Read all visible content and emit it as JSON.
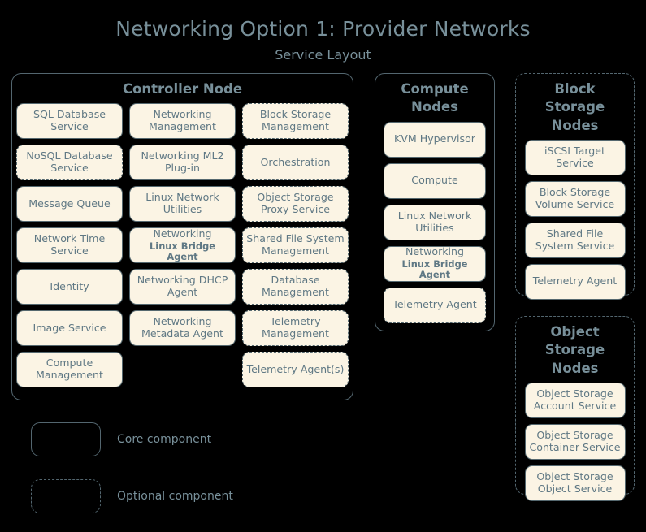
{
  "title": {
    "main": "Networking Option 1: Provider Networks",
    "sub": "Service Layout"
  },
  "colors": {
    "background": "#000000",
    "box_fill": "#fbf4e4",
    "box_border": "#55686f",
    "text": "#5f7884",
    "heading": "#78909a"
  },
  "groups": {
    "controller": {
      "title": "Controller Node",
      "style": "core",
      "columns": [
        {
          "items": [
            {
              "label": "SQL Database Service",
              "style": "core"
            },
            {
              "label": "NoSQL Database Service",
              "style": "optional"
            },
            {
              "label": "Message Queue",
              "style": "core"
            },
            {
              "label": "Network Time Service",
              "style": "core"
            },
            {
              "label": "Identity",
              "style": "core"
            },
            {
              "label": "Image Service",
              "style": "core"
            },
            {
              "label": "Compute Management",
              "style": "core"
            }
          ]
        },
        {
          "items": [
            {
              "label": "Networking Management",
              "style": "core"
            },
            {
              "label": "Networking ML2 Plug-in",
              "style": "core"
            },
            {
              "label": "Linux Network Utilities",
              "style": "core"
            },
            {
              "label": "Networking",
              "sublabel": "Linux Bridge Agent",
              "style": "core"
            },
            {
              "label": "Networking DHCP Agent",
              "style": "core"
            },
            {
              "label": "Networking Metadata Agent",
              "style": "core"
            },
            {
              "label": "",
              "style": "empty"
            }
          ]
        },
        {
          "items": [
            {
              "label": "Block Storage Management",
              "style": "optional"
            },
            {
              "label": "Orchestration",
              "style": "optional"
            },
            {
              "label": "Object Storage Proxy Service",
              "style": "optional"
            },
            {
              "label": "Shared File System Management",
              "style": "optional"
            },
            {
              "label": "Database Management",
              "style": "optional"
            },
            {
              "label": "Telemetry Management",
              "style": "optional"
            },
            {
              "label": "Telemetry Agent(s)",
              "style": "optional"
            }
          ]
        }
      ]
    },
    "compute": {
      "title": "Compute Nodes",
      "style": "core",
      "items": [
        {
          "label": "KVM Hypervisor",
          "style": "core"
        },
        {
          "label": "Compute",
          "style": "core"
        },
        {
          "label": "Linux Network Utilities",
          "style": "core"
        },
        {
          "label": "Networking",
          "sublabel": "Linux Bridge Agent",
          "style": "core"
        },
        {
          "label": "Telemetry Agent",
          "style": "optional"
        }
      ]
    },
    "block_storage": {
      "title": "Block Storage Nodes",
      "style": "optional",
      "items": [
        {
          "label": "iSCSI Target Service",
          "style": "core"
        },
        {
          "label": "Block Storage Volume Service",
          "style": "core"
        },
        {
          "label": "Shared File System Service",
          "style": "core"
        },
        {
          "label": "Telemetry Agent",
          "style": "core"
        }
      ]
    },
    "object_storage": {
      "title": "Object Storage Nodes",
      "style": "optional",
      "items": [
        {
          "label": "Object Storage Account Service",
          "style": "core"
        },
        {
          "label": "Object Storage Container Service",
          "style": "core"
        },
        {
          "label": "Object Storage Object Service",
          "style": "core"
        }
      ]
    }
  },
  "legend": [
    {
      "style": "core",
      "label": "Core component"
    },
    {
      "style": "optional",
      "label": "Optional component"
    }
  ]
}
